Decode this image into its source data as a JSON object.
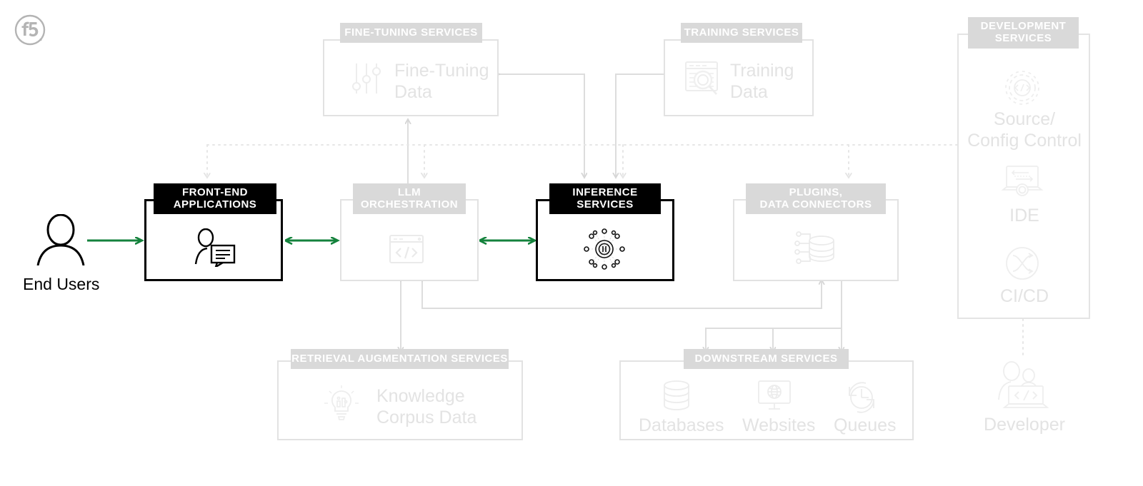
{
  "brand": {
    "logo": "f5-logo",
    "logo_text": "f5"
  },
  "accent": {
    "flow_green": "#14823c",
    "box_dark": "#000000",
    "header_light": "#d9d9d9",
    "line_grey": "#e2e2e2",
    "label_grey": "#e3e3e3"
  },
  "actors": [
    {
      "id": "end-users",
      "label": "End Users",
      "icon": "person-icon"
    }
  ],
  "boxes": [
    {
      "id": "fine-tuning-services",
      "title": "FINE-TUNING SERVICES",
      "emphasis": "light",
      "items": [
        {
          "label": "Fine-Tuning Data",
          "icon": "sliders-icon"
        }
      ]
    },
    {
      "id": "training-services",
      "title": "TRAINING SERVICES",
      "emphasis": "light",
      "items": [
        {
          "label": "Training Data",
          "icon": "data-search-icon"
        }
      ]
    },
    {
      "id": "front-end-applications",
      "title": "FRONT-END APPLICATIONS",
      "emphasis": "dark",
      "items": [
        {
          "label": "",
          "icon": "user-chat-icon"
        }
      ]
    },
    {
      "id": "llm-orchestration",
      "title": "LLM ORCHESTRATION",
      "emphasis": "light",
      "items": [
        {
          "label": "",
          "icon": "code-window-icon"
        }
      ]
    },
    {
      "id": "inference-services",
      "title": "INFERENCE SERVICES",
      "emphasis": "dark",
      "items": [
        {
          "label": "",
          "icon": "neural-hub-icon"
        }
      ]
    },
    {
      "id": "plugins-data-connectors",
      "title": "PLUGINS, DATA CONNECTORS",
      "emphasis": "light",
      "items": [
        {
          "label": "",
          "icon": "database-connectors-icon"
        }
      ]
    },
    {
      "id": "retrieval-augmentation-services",
      "title": "RETRIEVAL AUGMENTATION SERVICES",
      "emphasis": "light",
      "items": [
        {
          "label": "Knowledge Corpus Data",
          "icon": "lightbulb-chart-icon"
        }
      ]
    },
    {
      "id": "downstream-services",
      "title": "DOWNSTREAM SERVICES",
      "emphasis": "light",
      "items": [
        {
          "label": "Databases",
          "icon": "database-icon"
        },
        {
          "label": "Websites",
          "icon": "monitor-globe-icon"
        },
        {
          "label": "Queues",
          "icon": "queue-clock-icon"
        }
      ]
    },
    {
      "id": "development-services",
      "title": "DEVELOPMENT SERVICES",
      "emphasis": "light",
      "items": [
        {
          "label": "Source/ Config Control",
          "icon": "gear-code-icon"
        },
        {
          "label": "IDE",
          "icon": "laptop-gear-icon"
        },
        {
          "label": "CI/CD",
          "icon": "cicd-arrows-icon"
        }
      ]
    }
  ],
  "developer": {
    "label": "Developer",
    "icon": "developer-people-icon"
  },
  "titles": {
    "fine_tuning": "FINE-TUNING SERVICES",
    "training": "TRAINING SERVICES",
    "frontend_line1": "FRONT-END",
    "frontend_line2": "APPLICATIONS",
    "llm_line1": "LLM",
    "llm_line2": "ORCHESTRATION",
    "inference_line1": "INFERENCE",
    "inference_line2": "SERVICES",
    "plugins_line1": "PLUGINS,",
    "plugins_line2": "DATA CONNECTORS",
    "retrieval": "RETRIEVAL AUGMENTATION SERVICES",
    "downstream": "DOWNSTREAM SERVICES",
    "development_line1": "DEVELOPMENT",
    "development_line2": "SERVICES"
  },
  "labels": {
    "fine_tuning_data_l1": "Fine-Tuning",
    "fine_tuning_data_l2": "Data",
    "training_data_l1": "Training",
    "training_data_l2": "Data",
    "knowledge_l1": "Knowledge",
    "knowledge_l2": "Corpus Data",
    "databases": "Databases",
    "websites": "Websites",
    "queues": "Queues",
    "source_l1": "Source/",
    "source_l2": "Config Control",
    "ide": "IDE",
    "cicd": "CI/CD",
    "developer": "Developer",
    "end_users": "End Users"
  }
}
